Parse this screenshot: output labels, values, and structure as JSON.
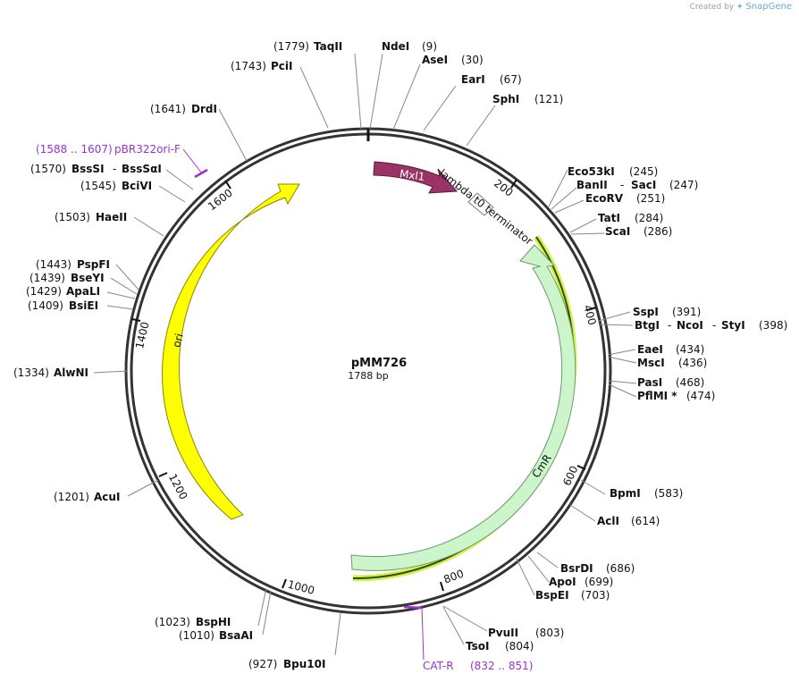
{
  "credit": {
    "prefix": "Created by",
    "brand": "SnapGene"
  },
  "plasmid": {
    "name": "pMM726",
    "length_label": "1788 bp",
    "length": 1788
  },
  "colors": {
    "ori": "#ffff00",
    "cmr": "#ccf5cc",
    "mxi1": "#9a3366",
    "terminator": "#ffffff",
    "primer": "#9a33cc",
    "highlight": "#d4f04a"
  },
  "ticks": [
    "200",
    "400",
    "600",
    "800",
    "1000",
    "1200",
    "1400",
    "1600"
  ],
  "enzymes": [
    {
      "name": "TaqII",
      "pos": "(1779)"
    },
    {
      "name": "NdeI",
      "pos": "(9)"
    },
    {
      "name": "AseI",
      "pos": "(30)"
    },
    {
      "name": "EarI",
      "pos": "(67)"
    },
    {
      "name": "SphI",
      "pos": "(121)"
    },
    {
      "name": "Eco53kI",
      "pos": "(245)"
    },
    {
      "name": "BanII",
      "sep": "-",
      "name2": "SacI",
      "pos": "(247)"
    },
    {
      "name": "EcoRV",
      "pos": "(251)"
    },
    {
      "name": "TatI",
      "pos": "(284)"
    },
    {
      "name": "ScaI",
      "pos": "(286)"
    },
    {
      "name": "SspI",
      "pos": "(391)"
    },
    {
      "name": "BtgI",
      "sep": "-",
      "name2": "NcoI",
      "sep2": "-",
      "name3": "StyI",
      "pos": "(398)"
    },
    {
      "name": "EaeI",
      "pos": "(434)"
    },
    {
      "name": "MscI",
      "pos": "(436)"
    },
    {
      "name": "PasI",
      "pos": "(468)"
    },
    {
      "name": "PflMI *",
      "pos": "(474)"
    },
    {
      "name": "BpmI",
      "pos": "(583)"
    },
    {
      "name": "AclI",
      "pos": "(614)"
    },
    {
      "name": "BsrDI",
      "pos": "(686)"
    },
    {
      "name": "ApoI",
      "pos": "(699)"
    },
    {
      "name": "BspEI",
      "pos": "(703)"
    },
    {
      "name": "PvuII",
      "pos": "(803)"
    },
    {
      "name": "TsoI",
      "pos": "(804)"
    },
    {
      "name": "Bpu10I",
      "pos": "(927)"
    },
    {
      "name": "BspHI",
      "pos": "(1023)"
    },
    {
      "name": "BsaAI",
      "pos": "(1010)"
    },
    {
      "name": "AcuI",
      "pos": "(1201)"
    },
    {
      "name": "AlwNI",
      "pos": "(1334)"
    },
    {
      "name": "BsiEI",
      "pos": "(1409)"
    },
    {
      "name": "ApaLI",
      "pos": "(1429)"
    },
    {
      "name": "BseYI",
      "pos": "(1439)"
    },
    {
      "name": "PspFI",
      "pos": "(1443)"
    },
    {
      "name": "HaeII",
      "pos": "(1503)"
    },
    {
      "name": "BciVI",
      "pos": "(1545)"
    },
    {
      "name": "BssSI",
      "sep": "-",
      "name2": "BssSαI",
      "pos": "(1570)"
    },
    {
      "name": "DrdI",
      "pos": "(1641)"
    },
    {
      "name": "PciI",
      "pos": "(1743)"
    }
  ],
  "features": {
    "mxi1": "Mxl1",
    "terminator": "lambda t0 terminator",
    "cmr": "CmR",
    "ori": "ori"
  },
  "primers": [
    {
      "name": "pBR322ori-F",
      "range": "(1588 .. 1607)"
    },
    {
      "name": "CAT-R",
      "range": "(832 .. 851)"
    }
  ]
}
